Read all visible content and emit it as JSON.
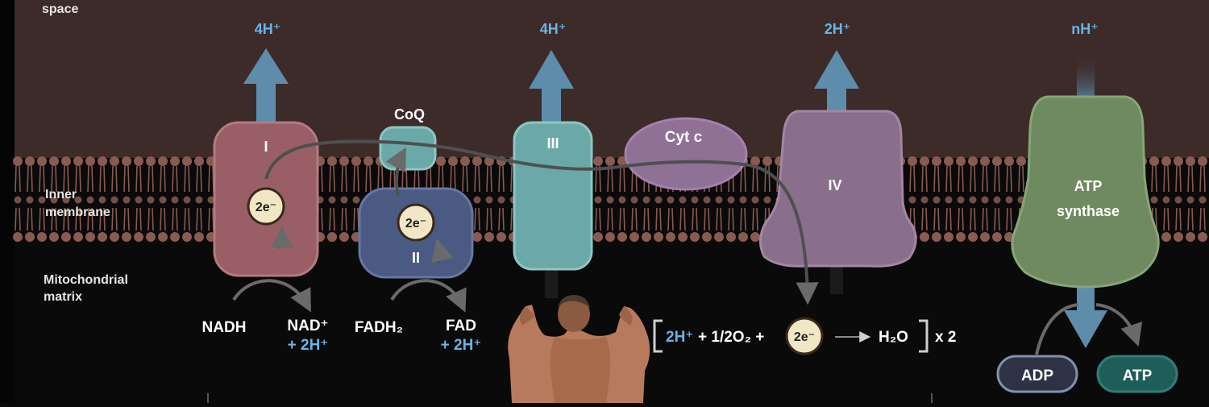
{
  "regions": {
    "intermembrane": "space",
    "inner_line1": "Inner",
    "inner_line2": "membrane",
    "matrix_line1": "Mitochondrial",
    "matrix_line2": "matrix"
  },
  "pump_labels": [
    "4H⁺",
    "4H⁺",
    "2H⁺",
    "nH⁺"
  ],
  "complexes": {
    "c1": "I",
    "c2": "II",
    "c3": "III",
    "c4": "IV",
    "coq": "CoQ",
    "cytc": "Cyt c",
    "atp_line1": "ATP",
    "atp_line2": "synthase"
  },
  "electron_badge": "2e⁻",
  "substrates": {
    "nadh": "NADH",
    "nad": "NAD⁺",
    "nad_h": "+ 2H⁺",
    "fadh2": "FADH₂",
    "fad": "FAD",
    "fad_h": "+ 2H⁺"
  },
  "equation": {
    "lhs_h": "2H⁺",
    "lhs_rest": "+ 1/2O₂ +",
    "product": "H₂O",
    "multiplier": "x 2"
  },
  "atp": {
    "adp": "ADP",
    "atp": "ATP"
  },
  "colors": {
    "intermembrane_bg": "#3d2b2a",
    "matrix_bg": "#0b0b0b",
    "lipid": "#8a5a50",
    "complex_I": "#9a5f66",
    "complex_II": "#4a5a82",
    "complex_III": "#6aa9a8",
    "cyt_c": "#8f7196",
    "complex_IV": "#8a6f8c",
    "atp_synthase": "#6f8a60",
    "proton_arrow": "#5e8cab",
    "proton_text": "#6ab4e6"
  }
}
